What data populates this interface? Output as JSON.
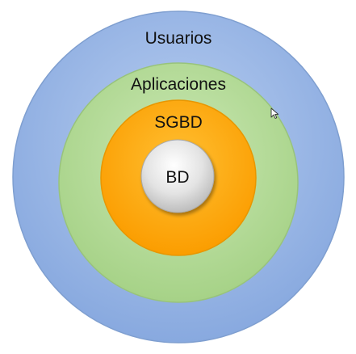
{
  "diagram": {
    "rings": [
      {
        "label": "Usuarios",
        "color": "#93b4e3",
        "edge": "#7f9fd0"
      },
      {
        "label": "Aplicaciones",
        "color": "#b3dc96",
        "edge": "#98c37b"
      },
      {
        "label": "SGBD",
        "color": "#ffa800",
        "edge": "#e89600"
      },
      {
        "label": "BD",
        "color": "#dcdcdc",
        "edge": "#a9a9a9"
      }
    ]
  }
}
